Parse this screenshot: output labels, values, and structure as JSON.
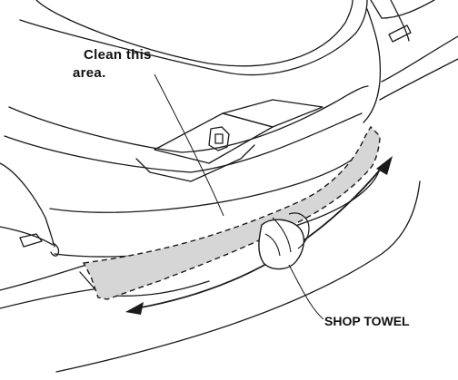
{
  "labels": {
    "clean_line1": "Clean this",
    "clean_line2": "area.",
    "towel": "SHOP TOWEL"
  },
  "colors": {
    "line": "#1a1a1a",
    "clean_area_fill": "#d6d6d6",
    "background": "#ffffff"
  }
}
